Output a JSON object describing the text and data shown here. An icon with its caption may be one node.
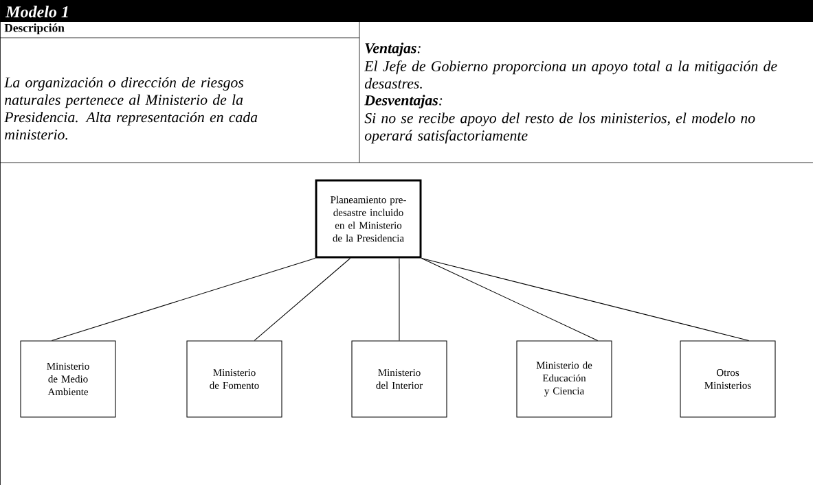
{
  "diagram": {
    "title": "Modelo 1",
    "nodes": [
      {
        "text": [
          "Planeamiento pre-desastre incluido en el Ministerio de la Presidencia"
        ]
      },
      {
        "text": [
          "Ministerio de Medio Ambiente"
        ]
      },
      {
        "text": [
          "Ministerio de Fomento"
        ]
      },
      {
        "text": [
          "Ministerio del Interior"
        ]
      },
      {
        "text": [
          "Ministerio de Educación y Ciencia"
        ]
      },
      {
        "text": [
          "Otros Ministerios"
        ]
      }
    ],
    "edges": [
      {
        "from": 0,
        "to": 1,
        "arrow": "none"
      },
      {
        "from": 0,
        "to": 2,
        "arrow": "none"
      },
      {
        "from": 0,
        "to": 3,
        "arrow": "none"
      },
      {
        "from": 0,
        "to": 4,
        "arrow": "none"
      },
      {
        "from": 0,
        "to": 5,
        "arrow": "none"
      }
    ],
    "labels": [
      "Descripción",
      "**Ventajas**:",
      "La organización o dirección de riesgos naturales pertenece al Ministerio de la Presidencia. Alta representación en cada ministerio.",
      "El Jefe de Gobierno proporciona un apoyo total a la mitigación de desastres.",
      "**Desventajas**:",
      "Si no se recibe apoyo del resto de los ministerios, el modelo no operará satisfactoriamente"
    ]
  }
}
